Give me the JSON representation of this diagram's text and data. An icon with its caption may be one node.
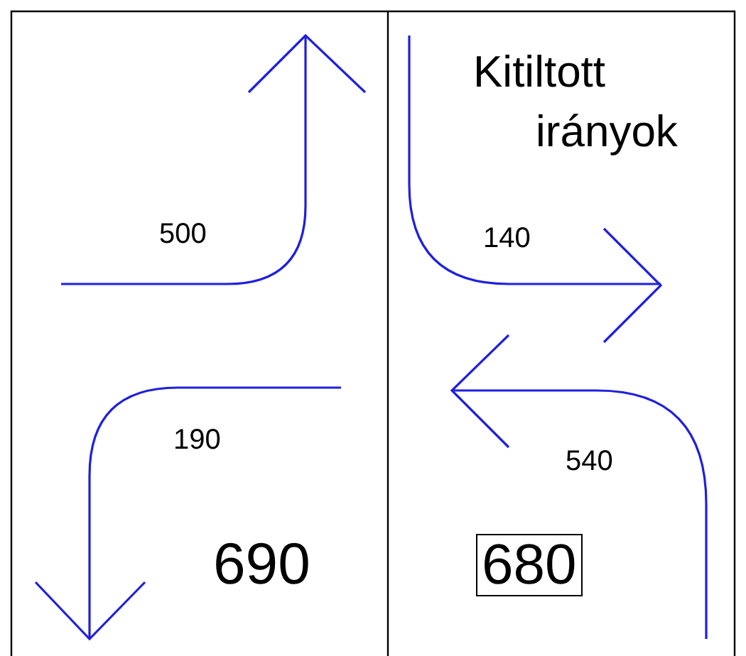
{
  "diagram": {
    "title": "Kitiltott irányok",
    "nodes": [
      {
        "text": [
          "680"
        ]
      }
    ],
    "labels": [
      "500",
      "190",
      "690",
      "140",
      "540"
    ]
  }
}
